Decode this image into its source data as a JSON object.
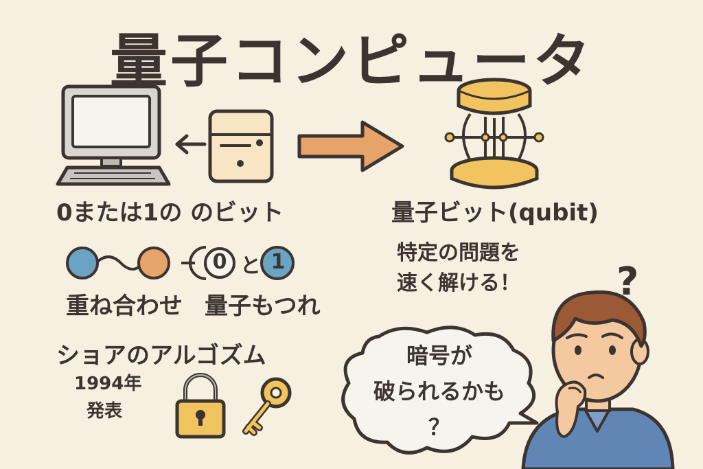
{
  "title": "量子コンピュータ",
  "classical": {
    "label": "0または1の のビット"
  },
  "quantum": {
    "label": "量子ビット(qubit)",
    "benefit_lines": [
      "特定の問題を",
      "速く解ける！"
    ]
  },
  "concepts": {
    "superposition": "重ね合わせ",
    "entanglement": "量子もつれ",
    "state_zero": "0",
    "state_conj": "と",
    "state_one": "1"
  },
  "shor": {
    "title": "ショアのアルゴズム",
    "year": "1994年",
    "announced": "発表"
  },
  "speech": {
    "lines": [
      "暗号が",
      "破られるかも",
      "？"
    ]
  },
  "question_mark": "?",
  "colors": {
    "background": "#f6f0e1",
    "blue_dot": "#6aa3c4",
    "orange_dot": "#e7a46a",
    "arrow": "#e7a46a",
    "gold": "#f2c45f",
    "shirt": "#5f86b4"
  }
}
